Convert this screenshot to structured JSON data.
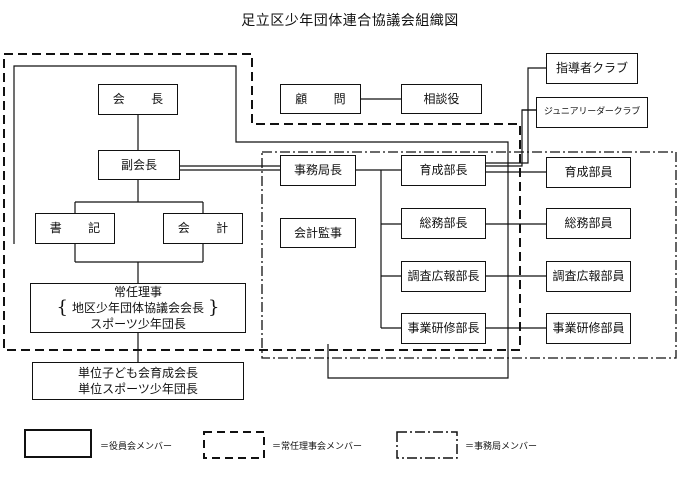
{
  "title": "足立区少年団体連合協議会組織図",
  "boxes": {
    "kaicho": "会　長",
    "fukukaicho": "副会長",
    "shoki": "書　記",
    "kaikei": "会　計",
    "komon": "顧　問",
    "sodanyaku": "相談役",
    "shidosha": "指導者クラブ",
    "junior": "ジュニアリーダークラブ",
    "jimukyokucho": "事務局長",
    "kaikeikanji": "会計監事",
    "ikusei_bucho": "育成部長",
    "soumu_bucho": "総務部長",
    "chosa_bucho": "調査広報部長",
    "jigyo_bucho": "事業研修部長",
    "ikusei_buin": "育成部員",
    "soumu_buin": "総務部員",
    "chosa_buin": "調査広報部員",
    "jigyo_buin": "事業研修部員",
    "joninriji": {
      "line1": "常任理事",
      "line2": "地区少年団体協議会会長",
      "line3": "スポーツ少年団長",
      "brace_left": "{",
      "brace_right": "}"
    },
    "tanni": {
      "line1": "単位子ども会育成会長",
      "line2": "単位スポーツ少年団長"
    }
  },
  "legend": {
    "solid": "＝役員会メンバー",
    "dashed": "＝常任理事会メンバー",
    "dashdot": "＝事務局メンバー"
  }
}
